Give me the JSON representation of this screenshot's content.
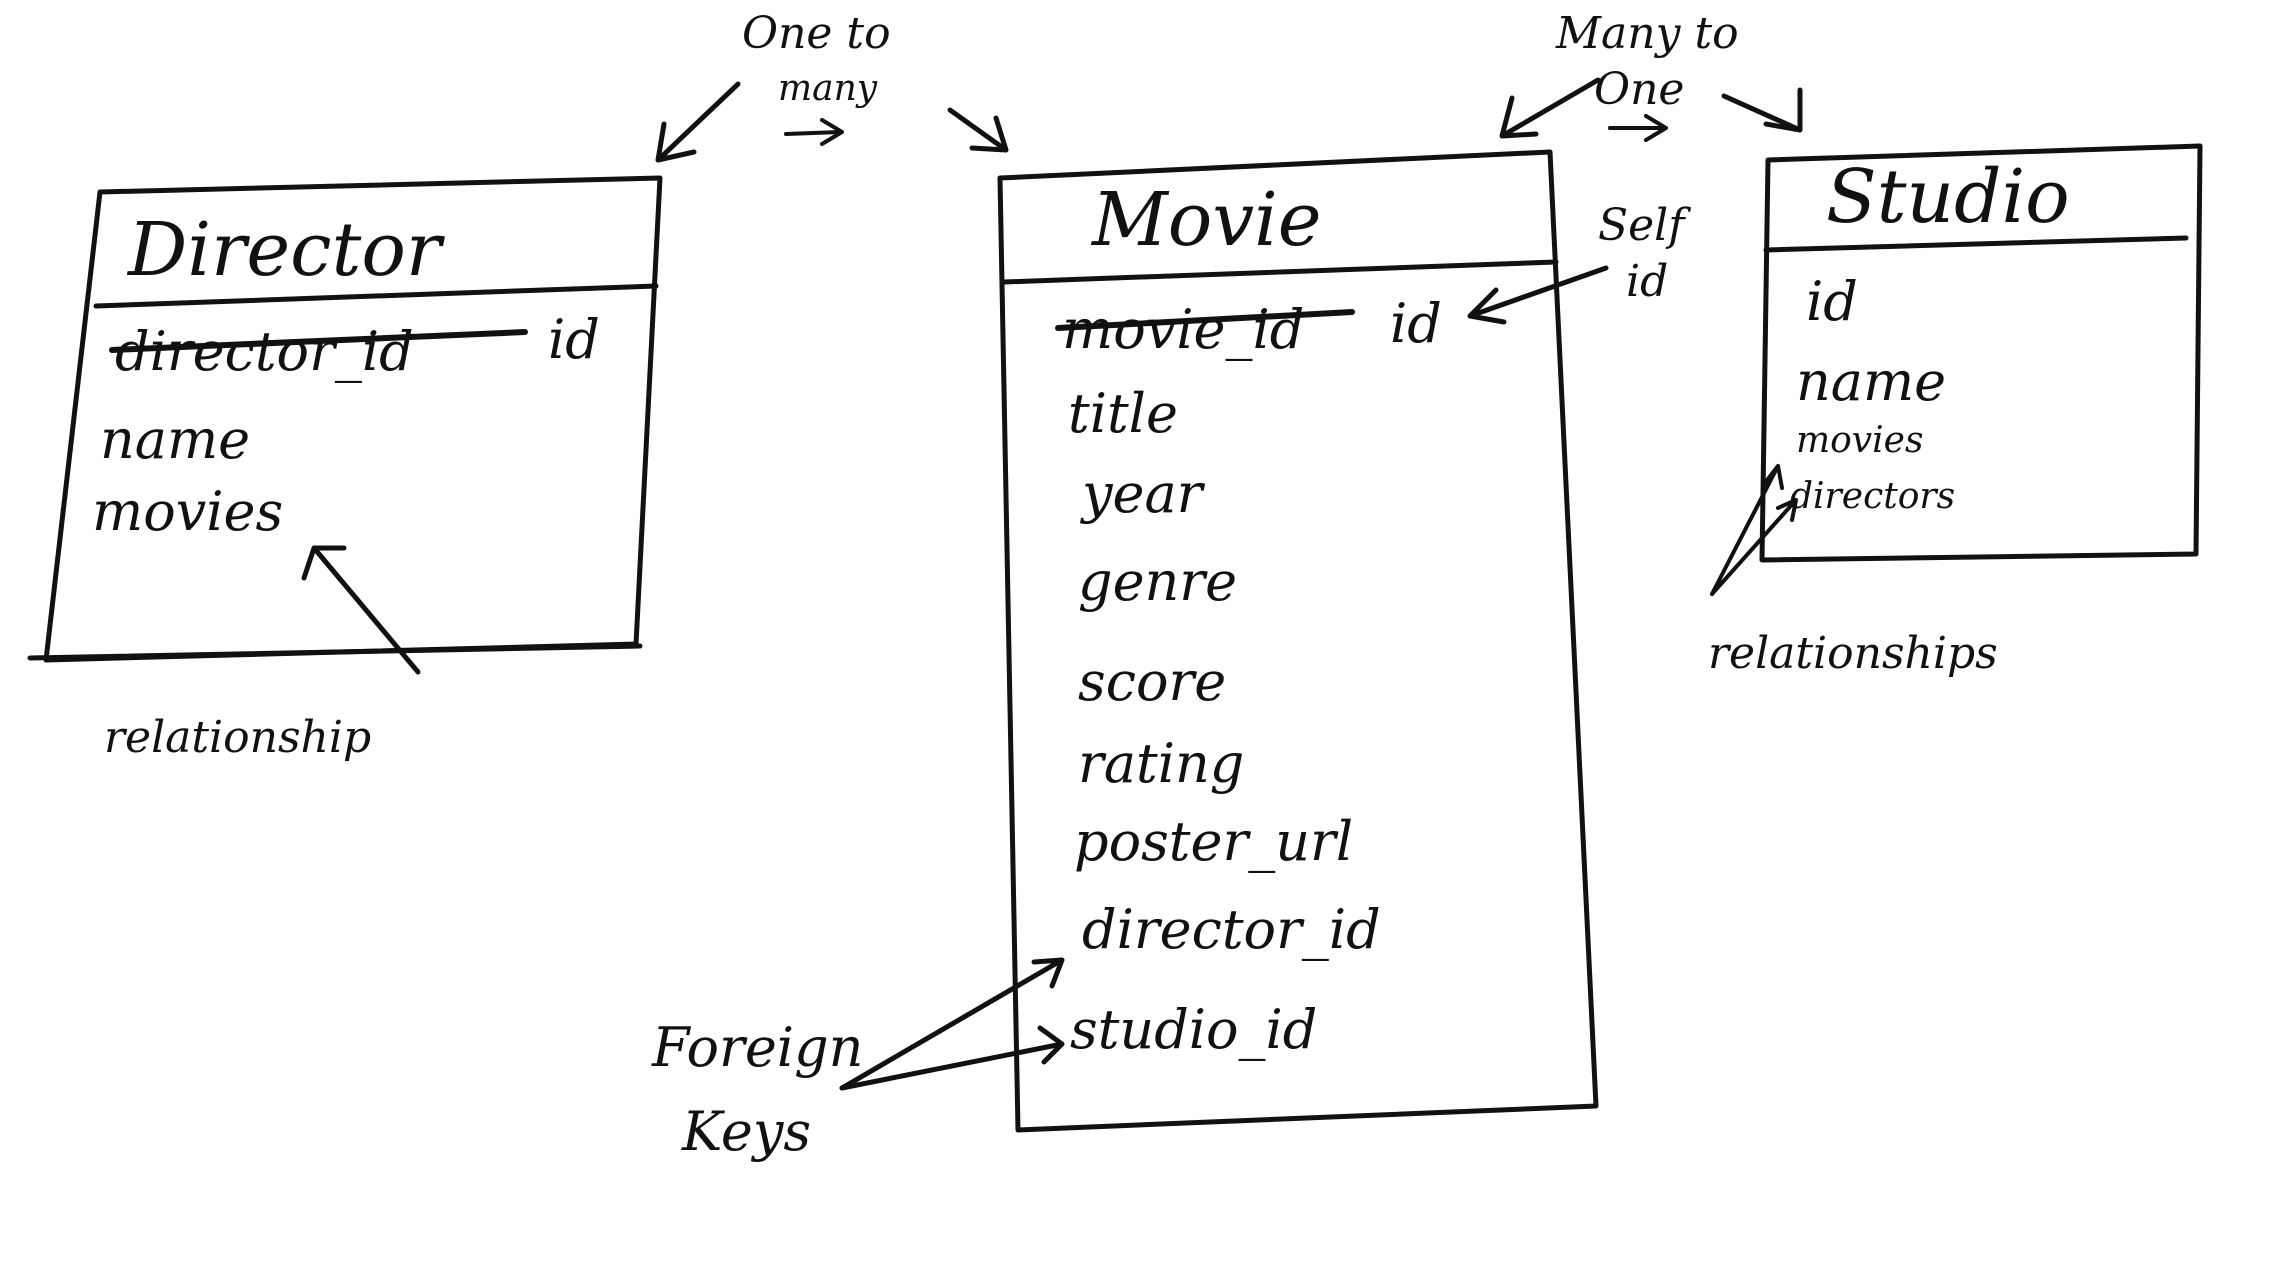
{
  "entities": {
    "director": {
      "title": "Director",
      "struck_field": "director_id",
      "fields": [
        "id",
        "name",
        "movies"
      ]
    },
    "movie": {
      "title": "Movie",
      "struck_field": "movie_id",
      "fields": [
        "id",
        "title",
        "year",
        "genre",
        "score",
        "rating",
        "poster_url",
        "director_id",
        "studio_id"
      ]
    },
    "studio": {
      "title": "Studio",
      "fields": [
        "id",
        "name",
        "movies",
        "directors"
      ]
    }
  },
  "annotations": {
    "one_to_many": [
      "One to",
      "many"
    ],
    "many_to_one": [
      "Many to",
      "One"
    ],
    "self_id": [
      "Self",
      "id"
    ],
    "director_relationship": "relationship",
    "studio_relationships": "relationships",
    "foreign_keys": [
      "Foreign",
      "Keys"
    ]
  }
}
